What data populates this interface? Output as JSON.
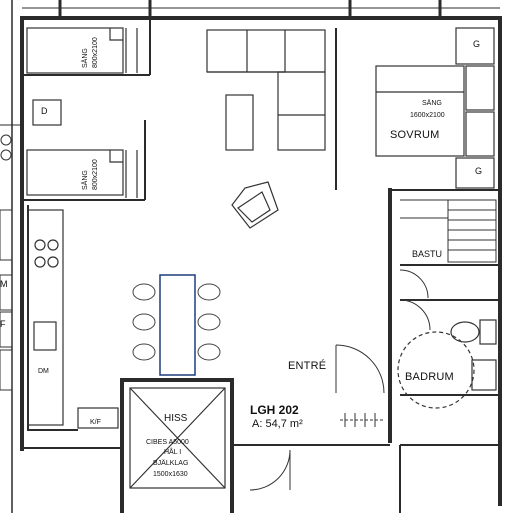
{
  "apartment": {
    "name": "LGH 202",
    "area": "A: 54,7 m²"
  },
  "rooms": {
    "sovrum": "SOVRUM",
    "bastu": "BASTU",
    "badrum": "BADRUM",
    "entre": "ENTRÉ",
    "hiss": "HISS"
  },
  "beds": {
    "double": {
      "name": "SÄNG",
      "size": "1600x2100"
    },
    "single_top": {
      "name": "SÄNG",
      "size": "800x2100"
    },
    "single_bottom": {
      "name": "SÄNG",
      "size": "800x2100"
    }
  },
  "closet_marks": {
    "wardrobe": "G",
    "door_label": "D"
  },
  "kitchen": {
    "m": "M",
    "f": "F",
    "dm": "DM",
    "kf": "K/F"
  },
  "hiss_note": {
    "line1": "CIBES A5000",
    "line2": "HÅL I",
    "line3": "BJÄLKLAG",
    "line4": "1500x1630"
  },
  "colors": {
    "wall": "#2b2b2b",
    "line": "#333333",
    "table": "#1f3f7a"
  }
}
